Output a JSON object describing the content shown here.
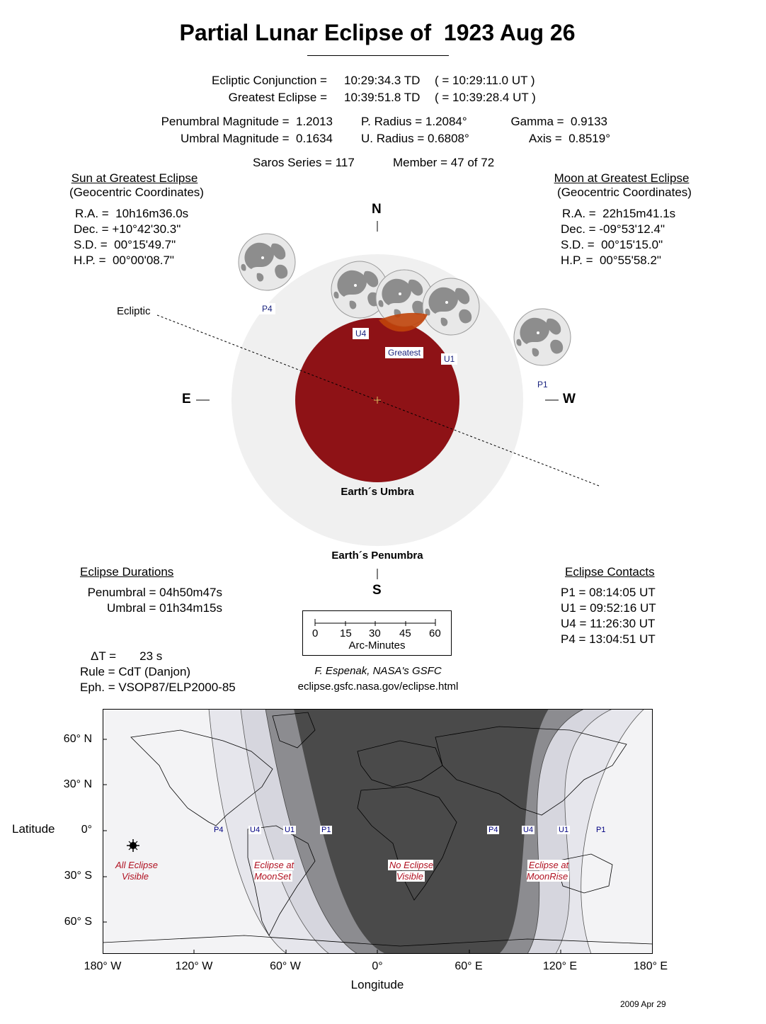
{
  "title": "Partial Lunar Eclipse of  1923 Aug 26",
  "timing": {
    "conjunction_label": "Ecliptic Conjunction =",
    "conjunction_td": "10:29:34.3 TD",
    "conjunction_ut": "( = 10:29:11.0 UT )",
    "greatest_label": "Greatest Eclipse =",
    "greatest_td": "10:39:51.8 TD",
    "greatest_ut": "( = 10:39:28.4 UT )"
  },
  "magnitudes": {
    "pen_mag": "Penumbral Magnitude =  1.2013",
    "umb_mag": "Umbral Magnitude =  0.1634",
    "p_radius": "P. Radius = 1.2084°",
    "u_radius": "U. Radius = 0.6808°",
    "gamma": "Gamma =  0.9133",
    "axis": "Axis =  0.8519°",
    "saros": "Saros Series = 117",
    "member": "Member = 47 of 72"
  },
  "sun": {
    "heading": "Sun at Greatest Eclipse",
    "subheading": "(Geocentric Coordinates)",
    "ra": "R.A. =  10h16m36.0s",
    "dec": "Dec. = +10°42'30.3\"",
    "sd": "S.D. =  00°15'49.7\"",
    "hp": "H.P. =  00°00'08.7\""
  },
  "moon": {
    "heading": "Moon at Greatest Eclipse",
    "subheading": "(Geocentric Coordinates)",
    "ra": "R.A. =  22h15m41.1s",
    "dec": "Dec. = -09°53'12.4\"",
    "sd": "S.D. =  00°15'15.0\"",
    "hp": "H.P. =  00°55'58.2\""
  },
  "diagram": {
    "north": "N",
    "south": "S",
    "east": "E",
    "west": "W",
    "ecliptic": "Ecliptic",
    "umbra_label": "Earth´s Umbra",
    "penumbra_label": "Earth´s Penumbra",
    "moon_labels": {
      "p4": "P4",
      "u4": "U4",
      "greatest": "Greatest",
      "u1": "U1",
      "p1": "P1"
    },
    "colors": {
      "umbra": "#8e1216",
      "penumbra": "#f0f0f0",
      "moon_disk": "#e6e6e6",
      "maria": "#8a8a8a",
      "umbral_overlap": "#c0440a"
    }
  },
  "durations": {
    "heading": "Eclipse Durations",
    "penumbral": "Penumbral = 04h50m47s",
    "umbral": "Umbral = 01h34m15s"
  },
  "contacts": {
    "heading": "Eclipse Contacts",
    "p1": "P1 = 08:14:05 UT",
    "u1": "U1 = 09:52:16 UT",
    "u4": "U4 = 11:26:30 UT",
    "p4": "P4 = 13:04:51 UT"
  },
  "scale": {
    "ticks": [
      "0",
      "15",
      "30",
      "45",
      "60"
    ],
    "unit": "Arc-Minutes"
  },
  "params": {
    "delta_t": "ΔT =       23 s",
    "rule": "Rule = CdT (Danjon)",
    "eph": "Eph. = VSOP87/ELP2000-85"
  },
  "credit": {
    "author": "F. Espenak, NASA's GSFC",
    "url": "eclipse.gsfc.nasa.gov/eclipse.html"
  },
  "map": {
    "lat_title": "Latitude",
    "lon_title": "Longitude",
    "lat_ticks": [
      "60° N",
      "30° N",
      "0°",
      "30° S",
      "60° S"
    ],
    "lon_ticks": [
      "180° W",
      "120° W",
      "60° W",
      "0°",
      "60° E",
      "120° E",
      "180° E"
    ],
    "contact_labels": [
      "P4",
      "U4",
      "U1",
      "P1",
      "P4",
      "U4",
      "U1",
      "P1"
    ],
    "regions": {
      "all": "All Eclipse\nVisible",
      "moonset": "Eclipse at\nMoonSet",
      "none": "No Eclipse\nVisible",
      "moonrise": "Eclipse at\nMoonRise"
    },
    "colors": {
      "none": "#4a4a4a",
      "umbral_band": "#8c8c90",
      "pen_band": "#e4e4ea",
      "outer_band": "#f3f3f5"
    }
  },
  "date_stamp": "2009 Apr 29"
}
